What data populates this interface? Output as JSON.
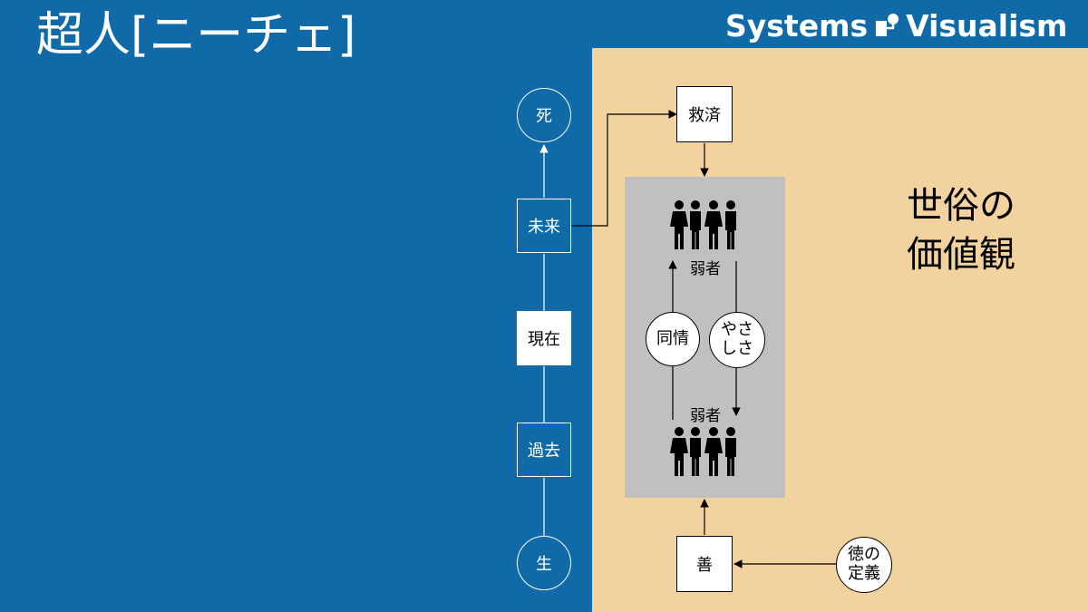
{
  "title": "超人[ニーチェ]",
  "brand": {
    "name": "Systems Visualism",
    "part1": "Systems",
    "part2": "Visualism",
    "icon": "systems-visualism-logo-icon"
  },
  "colors": {
    "background": "#0F6AA7",
    "panel": "#F2D29E",
    "group": "#C0C0C0",
    "ink": "#000000",
    "paper": "#FFFFFF"
  },
  "timeline": {
    "death": "死",
    "future": "未来",
    "present": "現在",
    "past": "過去",
    "birth": "生"
  },
  "diagram": {
    "salvation": "救済",
    "weak_top": "弱者",
    "weak_bottom": "弱者",
    "sympathy": "同情",
    "kindness": "やさしさ",
    "kindness_line1": "やさ",
    "kindness_line2": "しさ",
    "good": "善",
    "virtue_definition": "徳の定義",
    "virtue_line1": "徳の",
    "virtue_line2": "定義",
    "worldly_values": "世俗の価値観",
    "worldly_line1": "世俗の",
    "worldly_line2": "価値観",
    "people_icon": "people-group-icon"
  }
}
